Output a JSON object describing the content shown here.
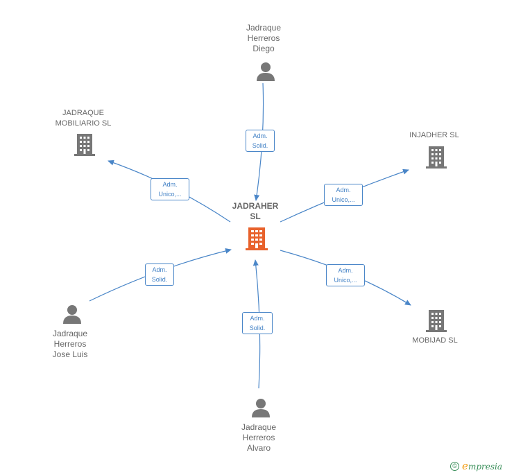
{
  "center": {
    "label": "JADRAHER\nSL",
    "icon": "building-icon",
    "color": "#e8622c"
  },
  "nodes": [
    {
      "id": "diego",
      "kind": "person",
      "label": "Jadraque\nHerreros\nDiego",
      "icon": "person-icon"
    },
    {
      "id": "mobiliario",
      "kind": "company",
      "label": "JADRAQUE\nMOBILIARIO SL",
      "icon": "building-icon"
    },
    {
      "id": "injadher",
      "kind": "company",
      "label": "INJADHER SL",
      "icon": "building-icon"
    },
    {
      "id": "joseluis",
      "kind": "person",
      "label": "Jadraque\nHerreros\nJose Luis",
      "icon": "person-icon"
    },
    {
      "id": "mobijad",
      "kind": "company",
      "label": "MOBIJAD SL",
      "icon": "building-icon"
    },
    {
      "id": "alvaro",
      "kind": "person",
      "label": "Jadraque\nHerreros\nAlvaro",
      "icon": "person-icon"
    }
  ],
  "edges": [
    {
      "id": "e-diego",
      "line1": "Adm.",
      "line2": "Solid."
    },
    {
      "id": "e-mobiliario",
      "line1": "Adm.",
      "line2": "Unico,..."
    },
    {
      "id": "e-injadher",
      "line1": "Adm.",
      "line2": "Unico,..."
    },
    {
      "id": "e-joseluis",
      "line1": "Adm.",
      "line2": "Solid."
    },
    {
      "id": "e-mobijad",
      "line1": "Adm.",
      "line2": "Unico,..."
    },
    {
      "id": "e-alvaro",
      "line1": "Adm.",
      "line2": "Solid."
    }
  ],
  "colors": {
    "edge": "#4a86c8",
    "node": "#777777",
    "center": "#e8622c"
  },
  "footer": {
    "copyright": "©",
    "brand_initial": "e",
    "brand_rest": "mpresia"
  }
}
